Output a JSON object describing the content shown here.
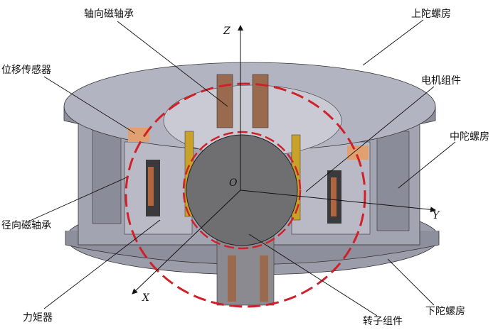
{
  "labels": {
    "axial_bearing": "轴向磁轴承",
    "upper_housing": "上陀螺房",
    "displacement_sensor": "位移传感器",
    "motor_assembly": "电机组件",
    "middle_housing": "中陀螺房",
    "radial_bearing": "径向磁轴承",
    "torquer": "力矩器",
    "rotor_assembly": "转子组件",
    "lower_housing": "下陀螺房"
  },
  "axes": {
    "z": "Z",
    "y": "Y",
    "x": "X",
    "origin": "O"
  },
  "colors": {
    "housing": "#a9aab8",
    "rotor": "#707072",
    "highlight": "#d0202a",
    "copper": "#b0653e",
    "gold": "#c8a22a"
  }
}
